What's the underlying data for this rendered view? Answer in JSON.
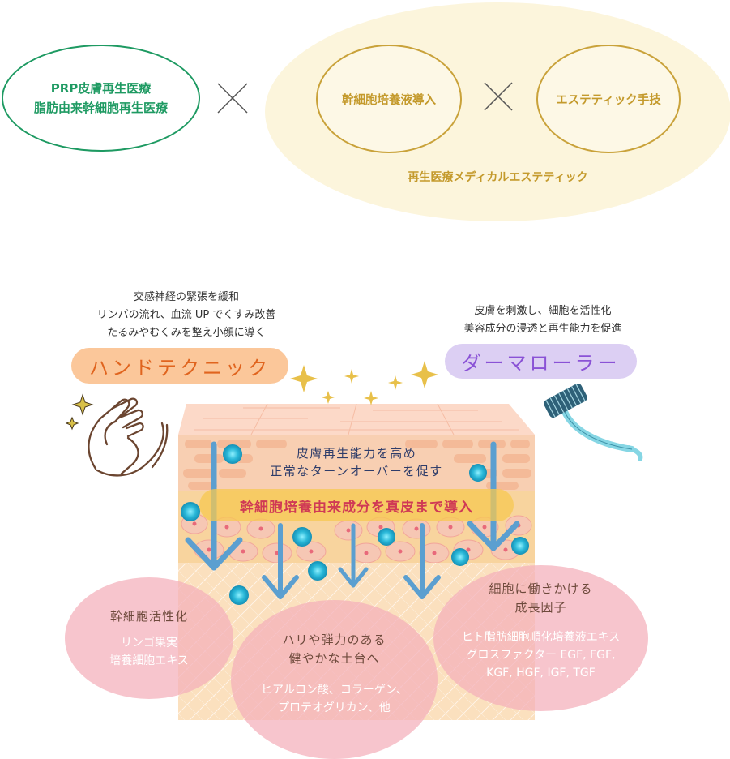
{
  "top": {
    "prp": {
      "line1": "PRP皮膚再生医療",
      "line2": "脂肪由来幹細胞再生医療"
    },
    "stem_cell": "幹細胞培養液導入",
    "esthetic": "エステティック手技",
    "regen_caption": "再生医療メディカルエステティック"
  },
  "hand_technique": {
    "desc": [
      "交感神経の緊張を緩和",
      "リンパの流れ、血流 UP でくすみ改善",
      "たるみやむくみを整え小顔に導く"
    ],
    "label": "ハンドテクニック"
  },
  "derma_roller": {
    "desc": [
      "皮膚を刺激し、細胞を活性化",
      "美容成分の浸透と再生能力を促進"
    ],
    "label": "ダーマローラー"
  },
  "skin": {
    "line1": "皮膚再生能力を高め",
    "line2": "正常なターンオーバーを促す",
    "penetrate": "幹細胞培養由来成分を真皮まで導入"
  },
  "bubbles": {
    "left": {
      "head": "幹細胞活性化",
      "sub": [
        "リンゴ果実",
        "培養細胞エキス"
      ]
    },
    "middle": {
      "head": [
        "ハリや弾力のある",
        "健やかな土台へ"
      ],
      "sub": [
        "ヒアルロン酸、コラーゲン、",
        "プロテオグリカン、他"
      ]
    },
    "right": {
      "head": [
        "細胞に働きかける",
        "成長因子"
      ],
      "sub": [
        "ヒト脂肪細胞順化培養液エキス",
        "グロスファクター EGF, FGF,",
        "KGF, HGF, IGF, TGF"
      ]
    }
  },
  "colors": {
    "green": "#1e9a62",
    "gold": "#c49a2c",
    "cream": "#fcf5dc",
    "orange_pill": "#fbc79a",
    "purple_pill": "#dccff3",
    "arrow_blue": "#5b9fd0",
    "bubble_pink": "#f4aeba",
    "particle_teal": "#2ab8d8"
  },
  "icons": [
    "cross-icon",
    "sparkle-icon",
    "hands-icon",
    "derma-roller-icon",
    "down-arrow-icon",
    "particle-icon"
  ]
}
